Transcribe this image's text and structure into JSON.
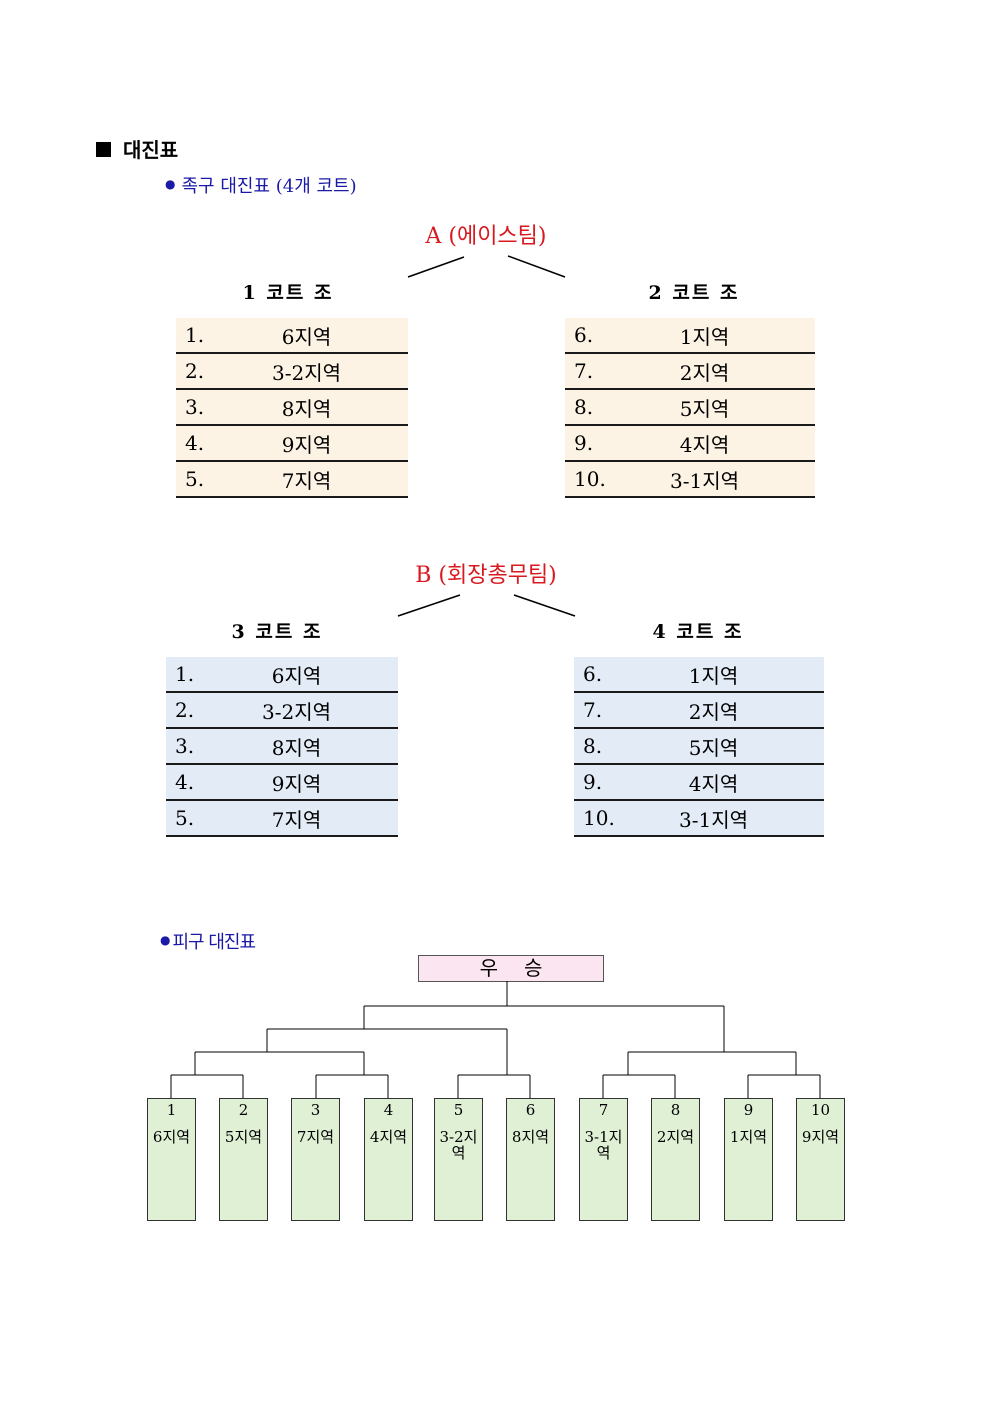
{
  "section_title": "대진표",
  "jokgu": {
    "subtitle": "족구 대진표 (4개 코트)",
    "groups": [
      {
        "team_title": "A (에이스팀)",
        "courts": [
          {
            "title": "1 코트 조",
            "rows": [
              {
                "num": "1.",
                "region": "6지역"
              },
              {
                "num": "2.",
                "region": "3-2지역"
              },
              {
                "num": "3.",
                "region": "8지역"
              },
              {
                "num": "4.",
                "region": "9지역"
              },
              {
                "num": "5.",
                "region": "7지역"
              }
            ]
          },
          {
            "title": "2 코트 조",
            "rows": [
              {
                "num": "6.",
                "region": "1지역"
              },
              {
                "num": "7.",
                "region": "2지역"
              },
              {
                "num": "8.",
                "region": "5지역"
              },
              {
                "num": "9.",
                "region": "4지역"
              },
              {
                "num": "10.",
                "region": "3-1지역"
              }
            ]
          }
        ]
      },
      {
        "team_title": "B (회장총무팀)",
        "courts": [
          {
            "title": "3 코트 조",
            "rows": [
              {
                "num": "1.",
                "region": "6지역"
              },
              {
                "num": "2.",
                "region": "3-2지역"
              },
              {
                "num": "3.",
                "region": "8지역"
              },
              {
                "num": "4.",
                "region": "9지역"
              },
              {
                "num": "5.",
                "region": "7지역"
              }
            ]
          },
          {
            "title": "4 코트 조",
            "rows": [
              {
                "num": "6.",
                "region": "1지역"
              },
              {
                "num": "7.",
                "region": "2지역"
              },
              {
                "num": "8.",
                "region": "5지역"
              },
              {
                "num": "9.",
                "region": "4지역"
              },
              {
                "num": "10.",
                "region": "3-1지역"
              }
            ]
          }
        ]
      }
    ]
  },
  "pagu": {
    "subtitle": "피구 대진표",
    "winner": "우승",
    "teams": [
      {
        "seed": "1",
        "region": "6지역"
      },
      {
        "seed": "2",
        "region": "5지역"
      },
      {
        "seed": "3",
        "region": "7지역"
      },
      {
        "seed": "4",
        "region": "4지역"
      },
      {
        "seed": "5",
        "region": "3-2지역"
      },
      {
        "seed": "6",
        "region": "8지역"
      },
      {
        "seed": "7",
        "region": "3-1지역"
      },
      {
        "seed": "8",
        "region": "2지역"
      },
      {
        "seed": "9",
        "region": "1지역"
      },
      {
        "seed": "10",
        "region": "9지역"
      }
    ]
  }
}
